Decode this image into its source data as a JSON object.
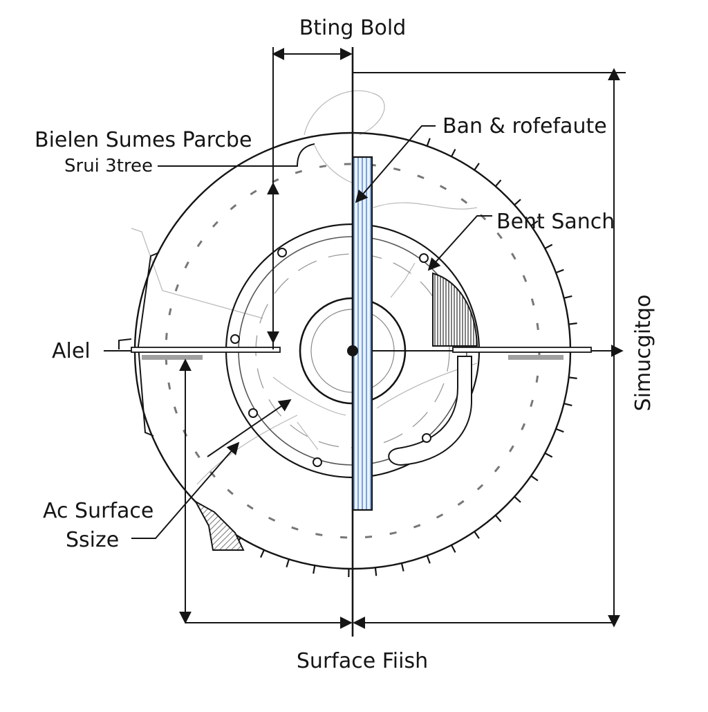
{
  "diagram": {
    "labels": {
      "top": "Bting Bold",
      "top_left_line1": "Bielen Sumes Parcbe",
      "top_left_line2": "Srui 3tree",
      "top_right": "Ban & rofefaute",
      "right_upper": "Bent Sanch",
      "left_middle": "Alel",
      "right_vertical": "Simucgitqo",
      "bottom_left_line1": "Ac Surface",
      "bottom_left_line2": "Ssize",
      "bottom": "Surface Fiish"
    },
    "colors": {
      "ink": "#151515",
      "shaft_blue": "#5b8fd6",
      "hatch_gray": "#8a8a8a",
      "faint_line": "#b0b0b0"
    }
  }
}
